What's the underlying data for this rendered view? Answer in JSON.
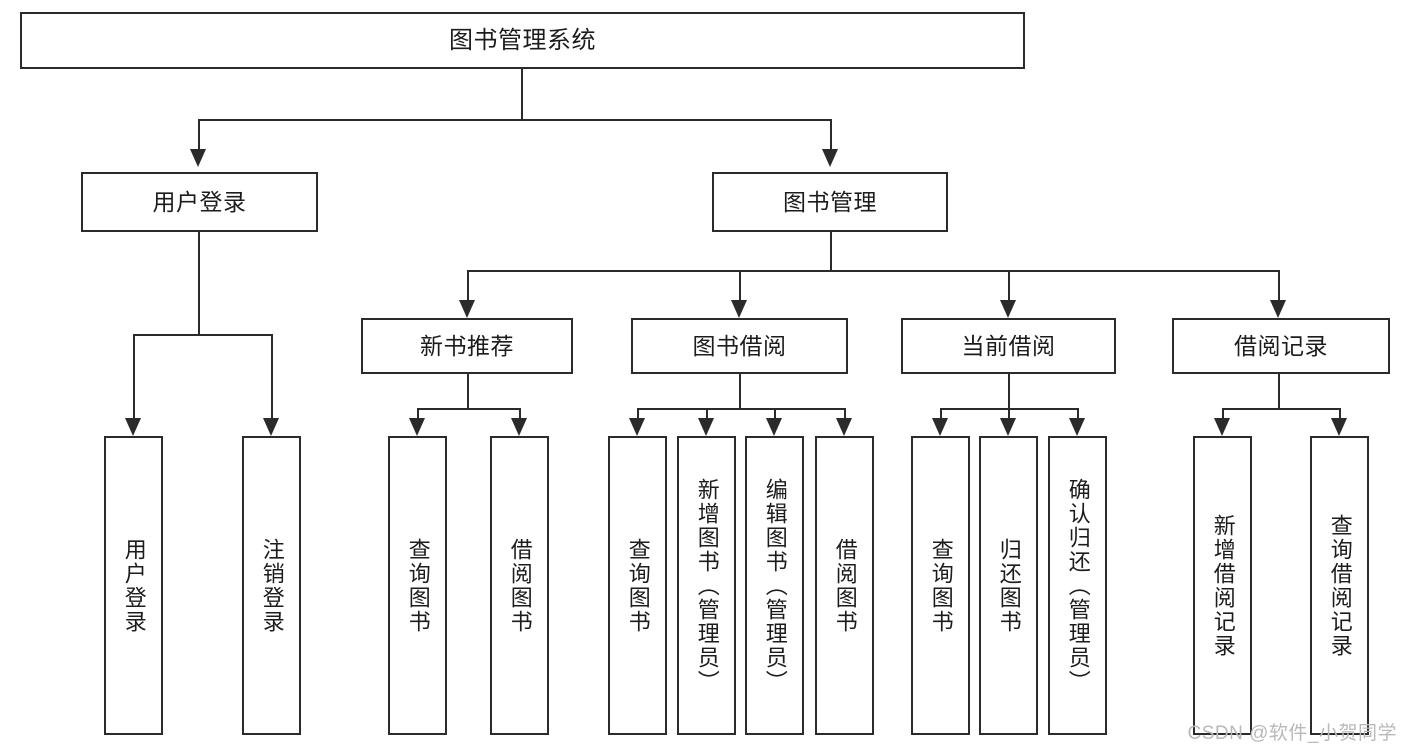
{
  "diagram": {
    "type": "tree-hierarchy",
    "title": "图书管理系统",
    "watermark": "CSDN @软件_小贺同学",
    "colors": {
      "stroke": "#2b2b2b",
      "fill": "#ffffff",
      "text": "#1c1c1c",
      "watermark": "#b9b9b9"
    },
    "levels": [
      {
        "level": 1,
        "nodes": [
          "图书管理系统"
        ]
      },
      {
        "level": 2,
        "nodes": [
          "用户登录",
          "图书管理"
        ]
      },
      {
        "level": 3,
        "nodes": [
          "新书推荐",
          "图书借阅",
          "当前借阅",
          "借阅记录"
        ]
      }
    ],
    "nodes": {
      "root": {
        "label": "图书管理系统"
      },
      "user_login": {
        "label": "用户登录"
      },
      "book_mgmt": {
        "label": "图书管理"
      },
      "new_books": {
        "label": "新书推荐"
      },
      "borrow": {
        "label": "图书借阅"
      },
      "current": {
        "label": "当前借阅"
      },
      "records": {
        "label": "借阅记录"
      },
      "leaf_a1": {
        "label": "用户登录"
      },
      "leaf_a2": {
        "label": "注销登录"
      },
      "leaf_b1": {
        "label": "查询图书"
      },
      "leaf_b2": {
        "label": "借阅图书"
      },
      "leaf_c1": {
        "label": "查询图书"
      },
      "leaf_c2": {
        "label": "新增图书（管理员）"
      },
      "leaf_c3": {
        "label": "编辑图书（管理员）"
      },
      "leaf_c4": {
        "label": "借阅图书"
      },
      "leaf_d1": {
        "label": "查询图书"
      },
      "leaf_d2": {
        "label": "归还图书"
      },
      "leaf_d3": {
        "label": "确认归还（管理员）"
      },
      "leaf_e1": {
        "label": "新增借阅记录"
      },
      "leaf_e2": {
        "label": "查询借阅记录"
      }
    },
    "edges": [
      {
        "from": "root",
        "to": "user_login"
      },
      {
        "from": "root",
        "to": "book_mgmt"
      },
      {
        "from": "user_login",
        "to": "leaf_a1"
      },
      {
        "from": "user_login",
        "to": "leaf_a2"
      },
      {
        "from": "book_mgmt",
        "to": "new_books"
      },
      {
        "from": "book_mgmt",
        "to": "borrow"
      },
      {
        "from": "book_mgmt",
        "to": "current"
      },
      {
        "from": "book_mgmt",
        "to": "records"
      },
      {
        "from": "new_books",
        "to": "leaf_b1"
      },
      {
        "from": "new_books",
        "to": "leaf_b2"
      },
      {
        "from": "borrow",
        "to": "leaf_c1"
      },
      {
        "from": "borrow",
        "to": "leaf_c2"
      },
      {
        "from": "borrow",
        "to": "leaf_c3"
      },
      {
        "from": "borrow",
        "to": "leaf_c4"
      },
      {
        "from": "current",
        "to": "leaf_d1"
      },
      {
        "from": "current",
        "to": "leaf_d2"
      },
      {
        "from": "current",
        "to": "leaf_d3"
      },
      {
        "from": "records",
        "to": "leaf_e1"
      },
      {
        "from": "records",
        "to": "leaf_e2"
      }
    ]
  }
}
